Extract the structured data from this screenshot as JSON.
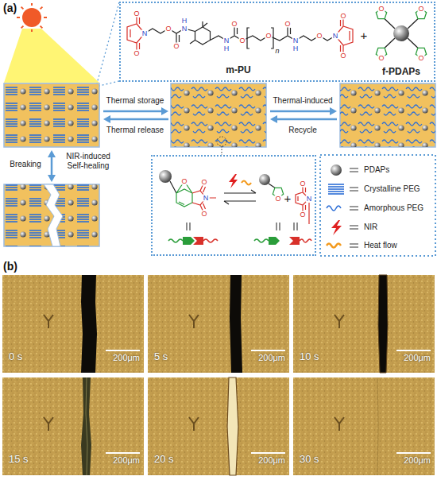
{
  "diagram": {
    "nodes": [
      {
        "text": [
          "m-PU",
          "+",
          "f-PDAPs",
          "O",
          "N",
          "O",
          "O",
          "O",
          "N",
          "H",
          "N",
          "H",
          "O",
          "O",
          "O",
          "n",
          "O",
          "N",
          "H",
          "O",
          "N",
          "O",
          "O",
          "O",
          "O",
          "O",
          "O"
        ]
      },
      {
        "text": [
          "O",
          "O",
          "N",
          "O",
          "O",
          "+",
          "O",
          "N",
          "O"
        ]
      },
      {
        "text": [
          "0 s",
          "200μm"
        ]
      },
      {
        "text": [
          "5 s",
          "200μm"
        ]
      },
      {
        "text": [
          "10 s",
          "200μm"
        ]
      },
      {
        "text": [
          "15 s",
          "200μm"
        ]
      },
      {
        "text": [
          "20 s",
          "200μm"
        ]
      },
      {
        "text": [
          "30 s",
          "200μm"
        ]
      }
    ],
    "labels": [
      "(a)",
      "(b)",
      "Thermal storage",
      "Thermal release",
      "Thermal-induced",
      "Recycle",
      "Breaking",
      "NIR-induced Self-healing"
    ],
    "legend": [
      {
        "text": "PDAPs"
      },
      {
        "text": "Crystalline PEG"
      },
      {
        "text": "Amorphous PEG"
      },
      {
        "text": "NIR"
      },
      {
        "text": "Heat flow"
      }
    ]
  }
}
